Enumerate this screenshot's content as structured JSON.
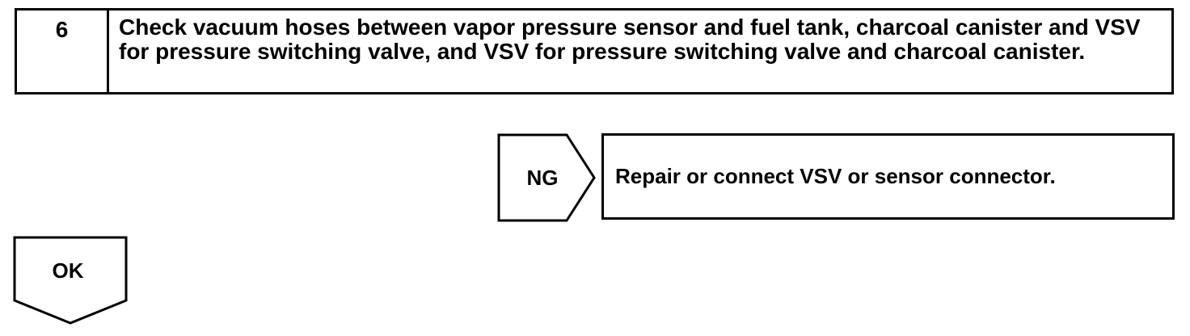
{
  "step": {
    "number": "6",
    "text": "Check vacuum hoses between vapor pressure sensor and fuel tank, charcoal canister and VSV for pressure switching valve, and VSV for pressure switching valve and charcoal canister."
  },
  "ng": {
    "label": "NG",
    "action": "Repair or connect VSV or sensor connector."
  },
  "ok": {
    "label": "OK"
  }
}
